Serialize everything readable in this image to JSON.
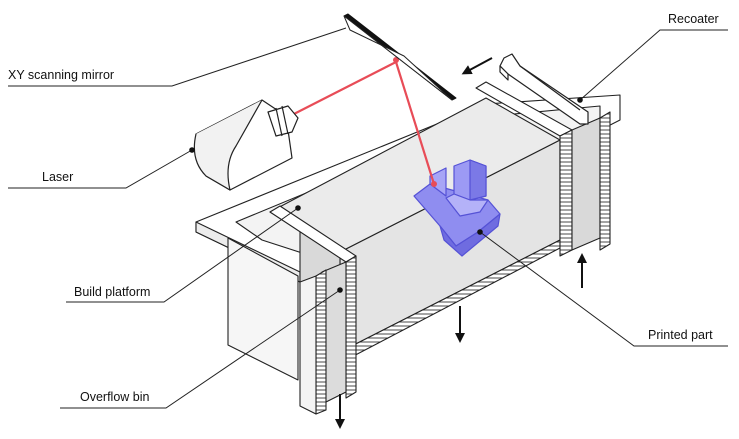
{
  "labels": {
    "mirror": "XY scanning mirror",
    "recoater": "Recoater",
    "laser": "Laser",
    "build_platform": "Build platform",
    "printed_part": "Printed part",
    "overflow_bin": "Overflow bin"
  },
  "colors": {
    "laser_beam": "#e84c57",
    "printed_part": "#8f8df0",
    "printed_part_stroke": "#5552d6",
    "wall_shade": "#d6d6d6",
    "outline": "#222222"
  },
  "icons": {
    "direction_arrow": "arrow-icon"
  }
}
